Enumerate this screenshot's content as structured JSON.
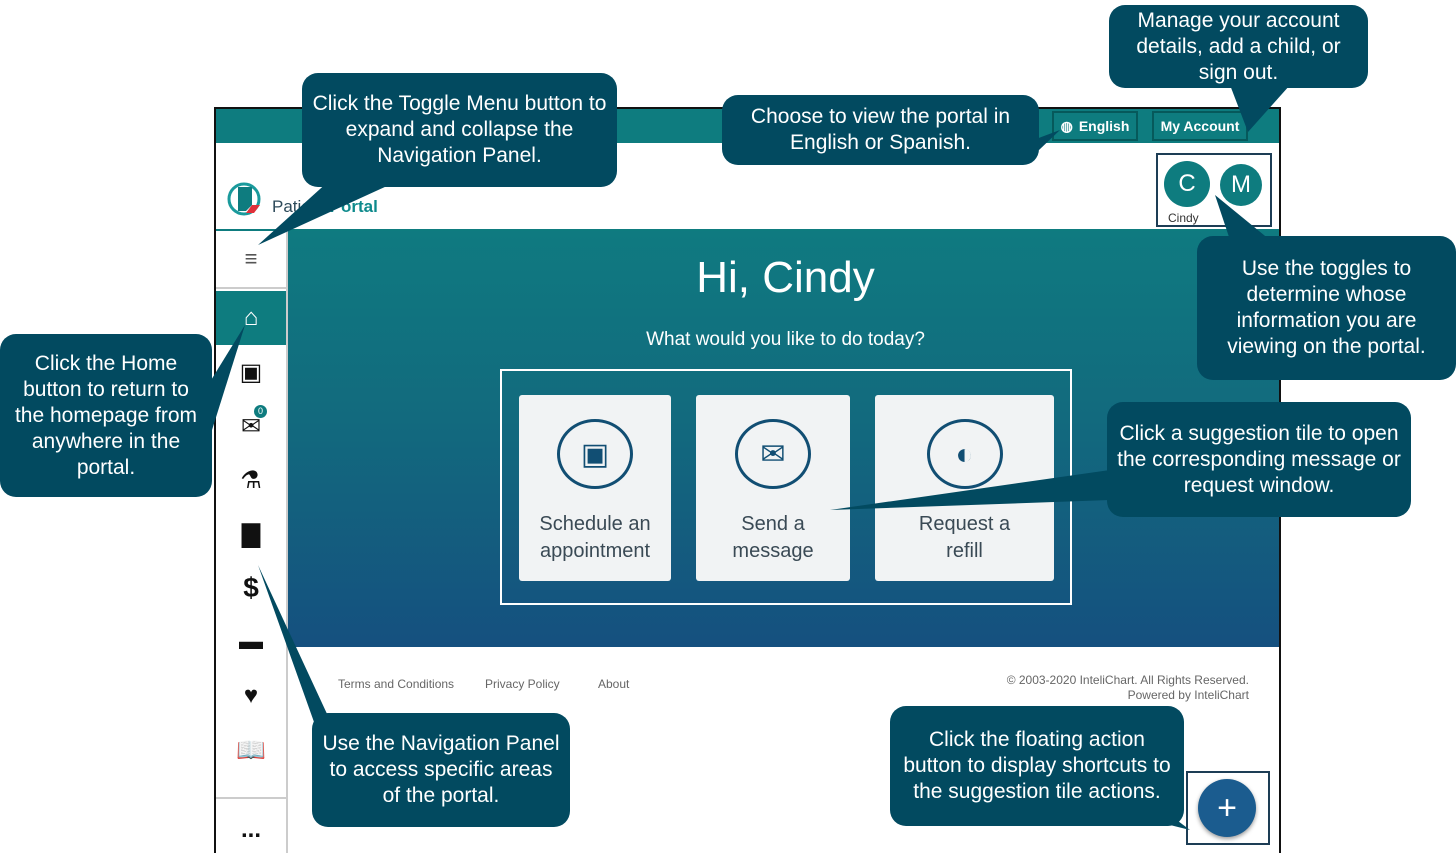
{
  "topbar": {
    "language_label": "English",
    "account_label": "My Account"
  },
  "header": {
    "logo_text_1": "Patient",
    "logo_text_2": "Portal",
    "profiles": [
      {
        "initial": "C",
        "name": "Cindy"
      },
      {
        "initial": "M"
      }
    ]
  },
  "sidebar": {
    "items": [
      {
        "icon": "home-icon"
      },
      {
        "icon": "calendar-icon"
      },
      {
        "icon": "mail-icon",
        "badge": "0"
      },
      {
        "icon": "flask-icon"
      },
      {
        "icon": "document-icon"
      },
      {
        "icon": "dollar-icon"
      },
      {
        "icon": "folder-icon"
      },
      {
        "icon": "heart-icon"
      },
      {
        "icon": "book-icon"
      }
    ],
    "more": "..."
  },
  "hero": {
    "greeting": "Hi, Cindy",
    "question": "What would you like to do today?",
    "tiles": [
      {
        "label": "Schedule an appointment",
        "icon": "calendar-icon"
      },
      {
        "label": "Send a message",
        "icon": "mail-icon"
      },
      {
        "label": "Request a refill",
        "icon": "pill-icon"
      }
    ]
  },
  "footer": {
    "links": [
      "Terms and Conditions",
      "Privacy Policy",
      "About"
    ],
    "copyright": "© 2003-2020 InteliChart. All Rights Reserved.",
    "powered": "Powered by InteliChart"
  },
  "fab": {
    "label": "+"
  },
  "callouts": {
    "toggle": "Click the Toggle Menu button to expand and collapse the Navigation Panel.",
    "language": "Choose to view the portal in English or Spanish.",
    "account": "Manage your account details, add a child, or sign out.",
    "profiles": "Use the toggles to determine whose information you are viewing on the portal.",
    "home": "Click the Home button to return to the homepage from anywhere in the portal.",
    "tiles": "Click a suggestion tile to open the corresponding message or request window.",
    "nav": "Use the Navigation Panel to access specific areas of the portal.",
    "fab": "Click the floating action button to display shortcuts to the suggestion tile actions."
  }
}
